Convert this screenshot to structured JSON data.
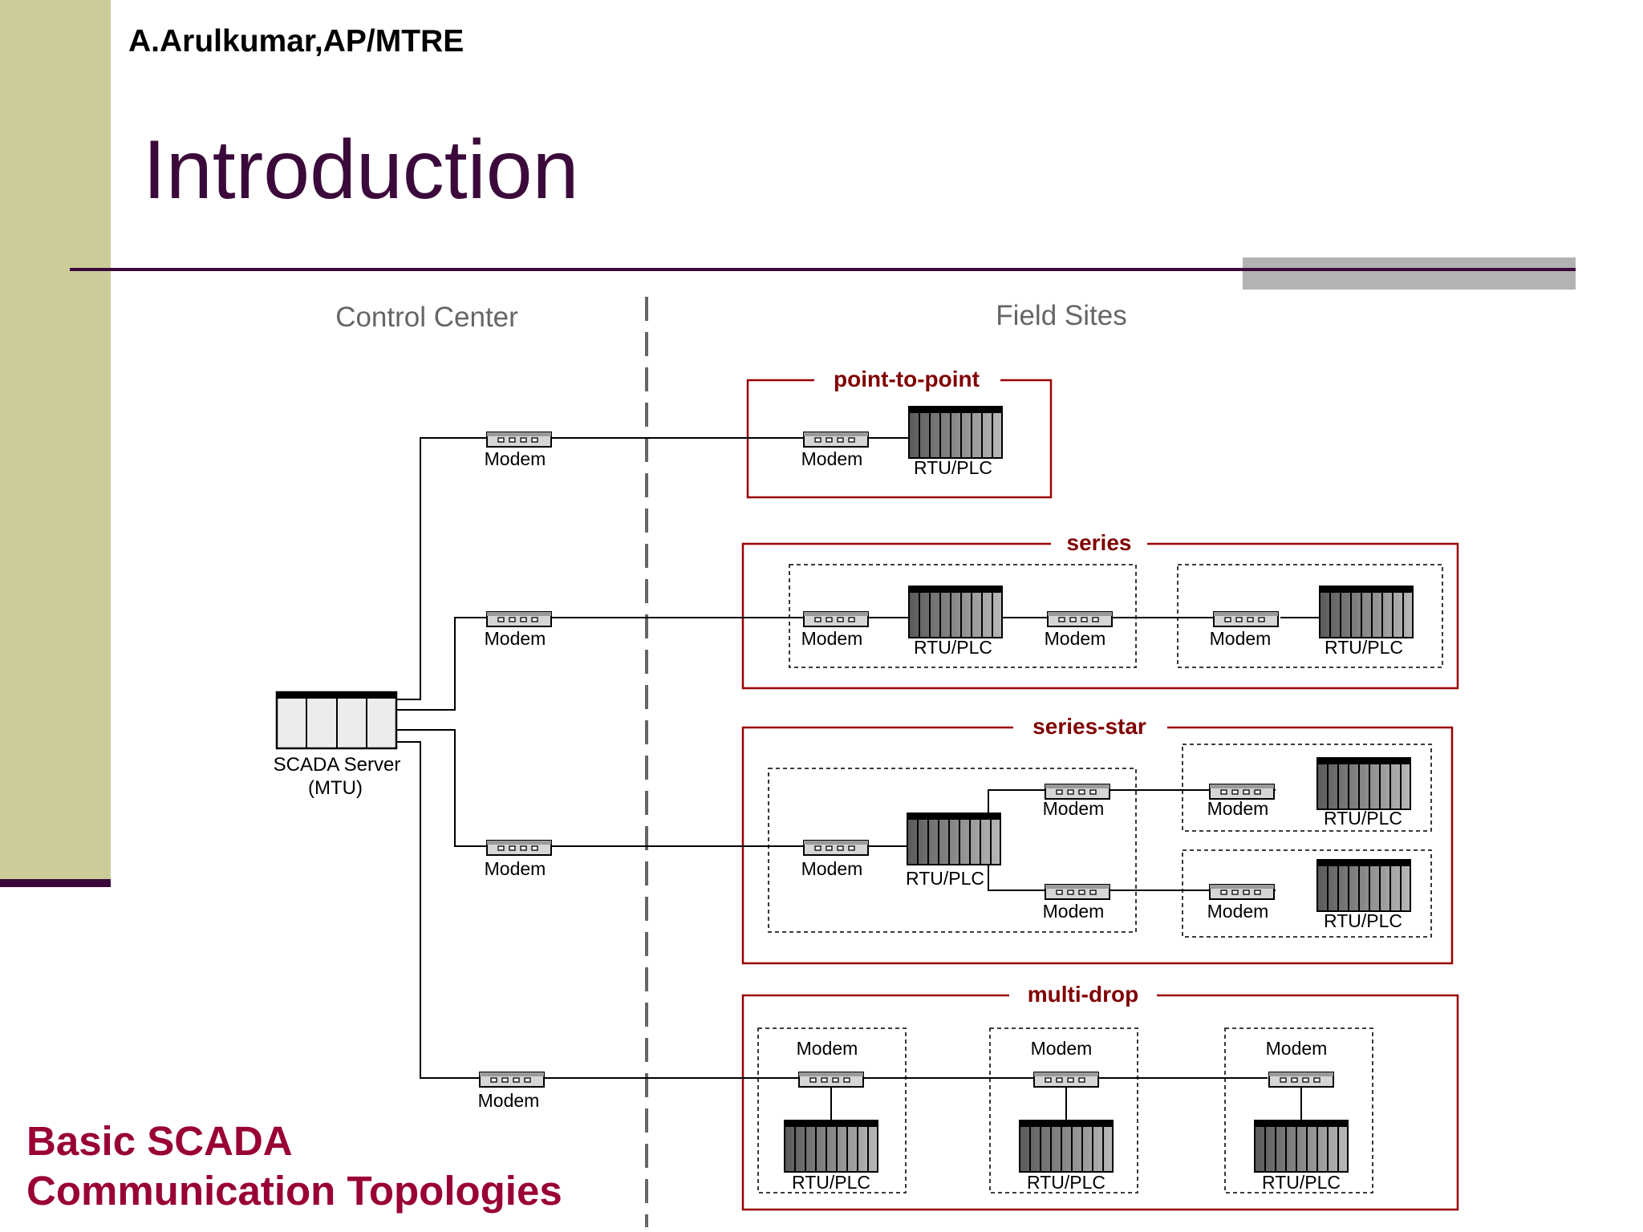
{
  "header": {
    "author": "A.Arulkumar,AP/MTRE",
    "title": "Introduction"
  },
  "caption": {
    "line1": "Basic SCADA",
    "line2": "Communication Topologies"
  },
  "diagram": {
    "control_center_label": "Control Center",
    "field_sites_label": "Field Sites",
    "server_label_1": "SCADA Server",
    "server_label_2": "(MTU)",
    "modem_label": "Modem",
    "rtu_label": "RTU/PLC",
    "groups": {
      "point_to_point": "point-to-point",
      "series": "series",
      "series_star": "series-star",
      "multi_drop": "multi-drop"
    }
  },
  "colors": {
    "sidebar": "#cccc99",
    "title": "#3b0a3b",
    "caption": "#990033",
    "group_border": "#990000",
    "group_label": "#800000"
  }
}
